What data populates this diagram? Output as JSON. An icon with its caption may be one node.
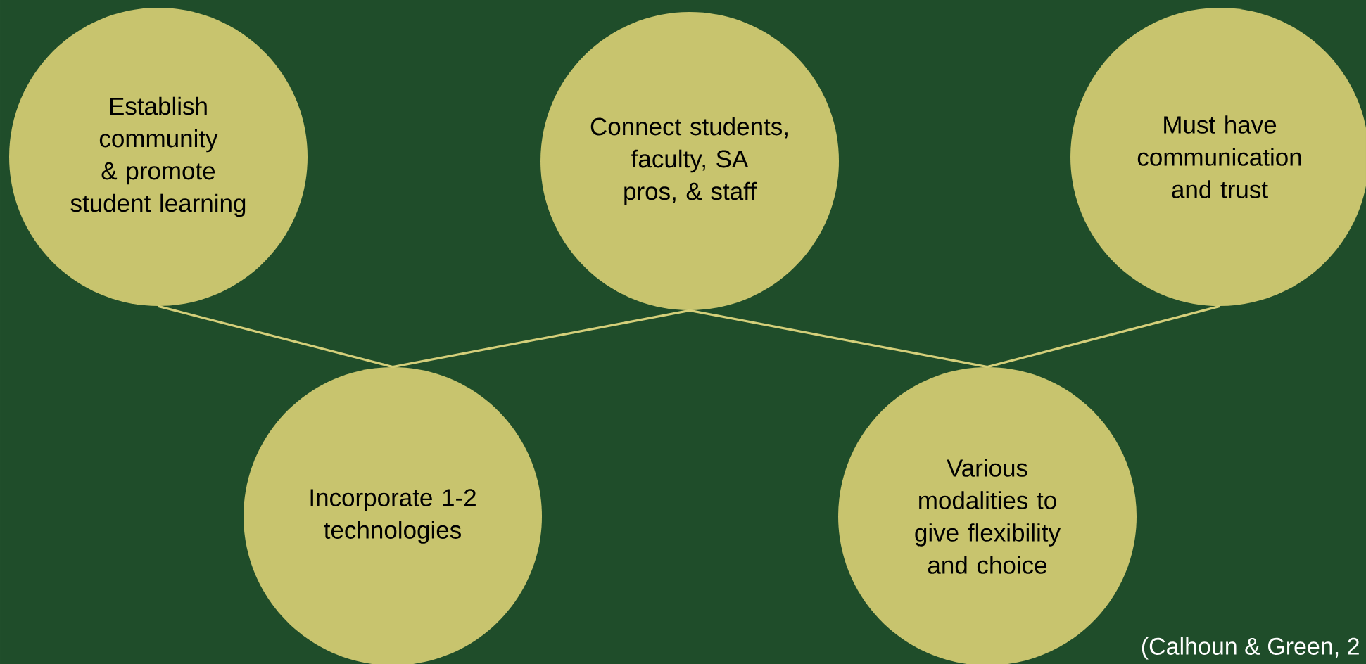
{
  "diagram": {
    "nodes": [
      {
        "text": [
          "Establish community & promote student learning"
        ]
      },
      {
        "text": [
          "Connect students, faculty, SA pros, & staff"
        ]
      },
      {
        "text": [
          "Must have communication and trust"
        ]
      },
      {
        "text": [
          "Incorporate 1-2 technologies"
        ]
      },
      {
        "text": [
          "Various modalities to give flexibility and choice"
        ]
      }
    ],
    "edges": [
      {
        "from": 0,
        "to": 3,
        "arrow": "none"
      },
      {
        "from": 1,
        "to": 3,
        "arrow": "none"
      },
      {
        "from": 1,
        "to": 4,
        "arrow": "none"
      },
      {
        "from": 2,
        "to": 4,
        "arrow": "none"
      }
    ],
    "labels": [
      "(Calhoun & Green, 2"
    ]
  }
}
